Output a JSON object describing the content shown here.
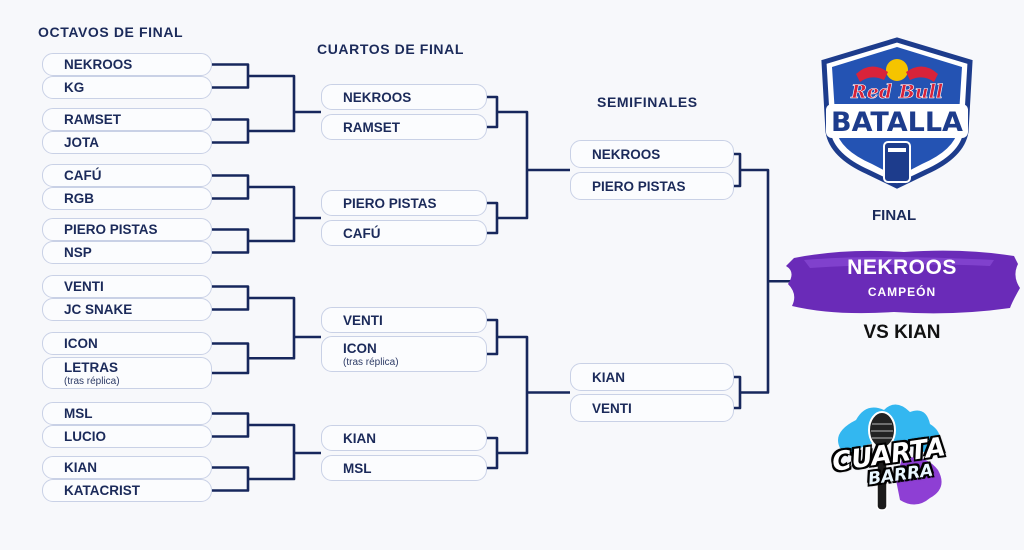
{
  "rounds": {
    "octavos_title": "OCTAVOS DE FINAL",
    "cuartos_title": "CUARTOS DE FINAL",
    "semis_title": "SEMIFINALES",
    "final_title": "FINAL"
  },
  "octavos": [
    {
      "name": "NEKROOS",
      "note": ""
    },
    {
      "name": "KG",
      "note": ""
    },
    {
      "name": "RAMSET",
      "note": ""
    },
    {
      "name": "JOTA",
      "note": ""
    },
    {
      "name": "CAFÚ",
      "note": ""
    },
    {
      "name": "RGB",
      "note": ""
    },
    {
      "name": "PIERO PISTAS",
      "note": ""
    },
    {
      "name": "NSP",
      "note": ""
    },
    {
      "name": "VENTI",
      "note": ""
    },
    {
      "name": "JC SNAKE",
      "note": ""
    },
    {
      "name": "ICON",
      "note": ""
    },
    {
      "name": "LETRAS",
      "note": "(tras réplica)"
    },
    {
      "name": "MSL",
      "note": ""
    },
    {
      "name": "LUCIO",
      "note": ""
    },
    {
      "name": "KIAN",
      "note": ""
    },
    {
      "name": "KATACRIST",
      "note": ""
    }
  ],
  "cuartos": [
    {
      "name": "NEKROOS",
      "note": ""
    },
    {
      "name": "RAMSET",
      "note": ""
    },
    {
      "name": "PIERO PISTAS",
      "note": ""
    },
    {
      "name": "CAFÚ",
      "note": ""
    },
    {
      "name": "VENTI",
      "note": ""
    },
    {
      "name": "ICON",
      "note": "(tras réplica)"
    },
    {
      "name": "KIAN",
      "note": ""
    },
    {
      "name": "MSL",
      "note": ""
    }
  ],
  "semis": [
    {
      "name": "NEKROOS",
      "note": ""
    },
    {
      "name": "PIERO PISTAS",
      "note": ""
    },
    {
      "name": "KIAN",
      "note": ""
    },
    {
      "name": "VENTI",
      "note": ""
    }
  ],
  "final": {
    "champion": "NEKROOS",
    "champion_label": "CAMPEÓN",
    "versus": "VS KIAN"
  },
  "logos": {
    "redbull_line1": "Red Bull",
    "redbull_line2": "BATALLA",
    "cuarta_line1": "CUARTA",
    "cuarta_line2": "BARRA"
  },
  "colors": {
    "navy": "#1b2a5a",
    "line": "#17275c",
    "slot_border": "#c9d1e6",
    "champion_purple": "#6a2bb8",
    "redbull_red": "#d8233a",
    "redbull_yellow": "#f5c400"
  }
}
